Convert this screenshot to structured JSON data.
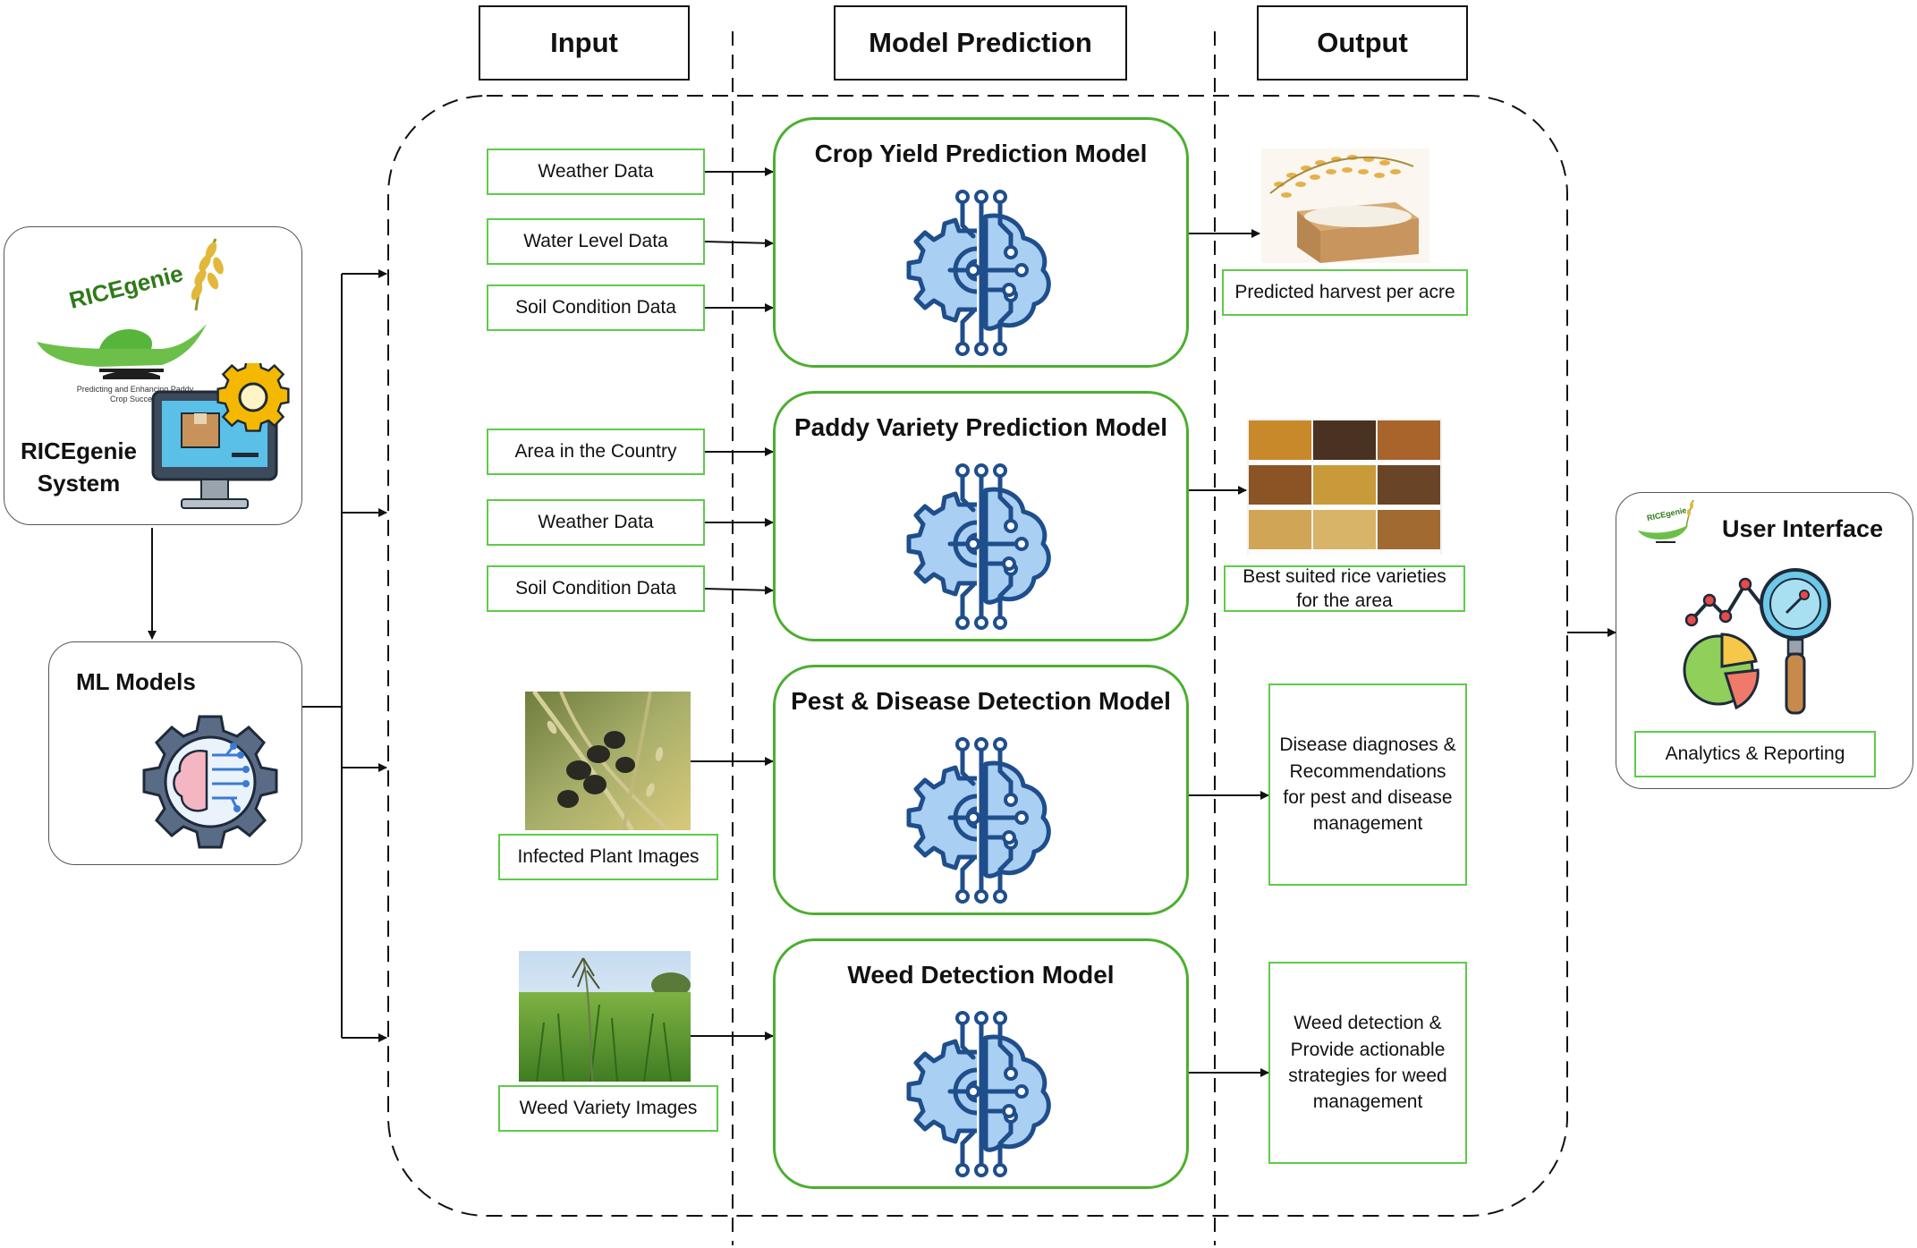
{
  "headers": {
    "input": "Input",
    "model_prediction": "Model Prediction",
    "output": "Output"
  },
  "system": {
    "logo_text": "RICEgenie",
    "logo_tagline_1": "Predicting and Enhancing Paddy",
    "logo_tagline_2": "Crop Success",
    "label_line1": "RICEgenie",
    "label_line2": "System"
  },
  "ml_models": {
    "label": "ML Models"
  },
  "models": [
    {
      "title": "Crop Yield Prediction Model",
      "inputs": [
        "Weather Data",
        "Water Level Data",
        "Soil Condition Data"
      ],
      "output": "Predicted harvest per acre"
    },
    {
      "title": "Paddy Variety Prediction Model",
      "inputs": [
        "Area in the Country",
        "Weather Data",
        "Soil Condition Data"
      ],
      "output_line1": "Best suited rice varieties",
      "output_line2": "for the area"
    },
    {
      "title": "Pest & Disease Detection Model",
      "input_image_label": "Infected Plant Images",
      "output_lines": [
        "Disease diagnoses &",
        "Recommendations",
        "for pest and disease",
        "management"
      ]
    },
    {
      "title": "Weed Detection Model",
      "input_image_label": "Weed Variety Images",
      "output_lines": [
        "Weed detection &",
        "Provide actionable",
        "strategies for weed",
        "management"
      ]
    }
  ],
  "user_interface": {
    "title": "User Interface",
    "report_label": "Analytics & Reporting"
  },
  "colors": {
    "box_border_green": "#5ecb4a",
    "model_border_green": "#4caf2f",
    "icon_blue": "#1f4e8c",
    "icon_fill": "#a9cff2"
  }
}
